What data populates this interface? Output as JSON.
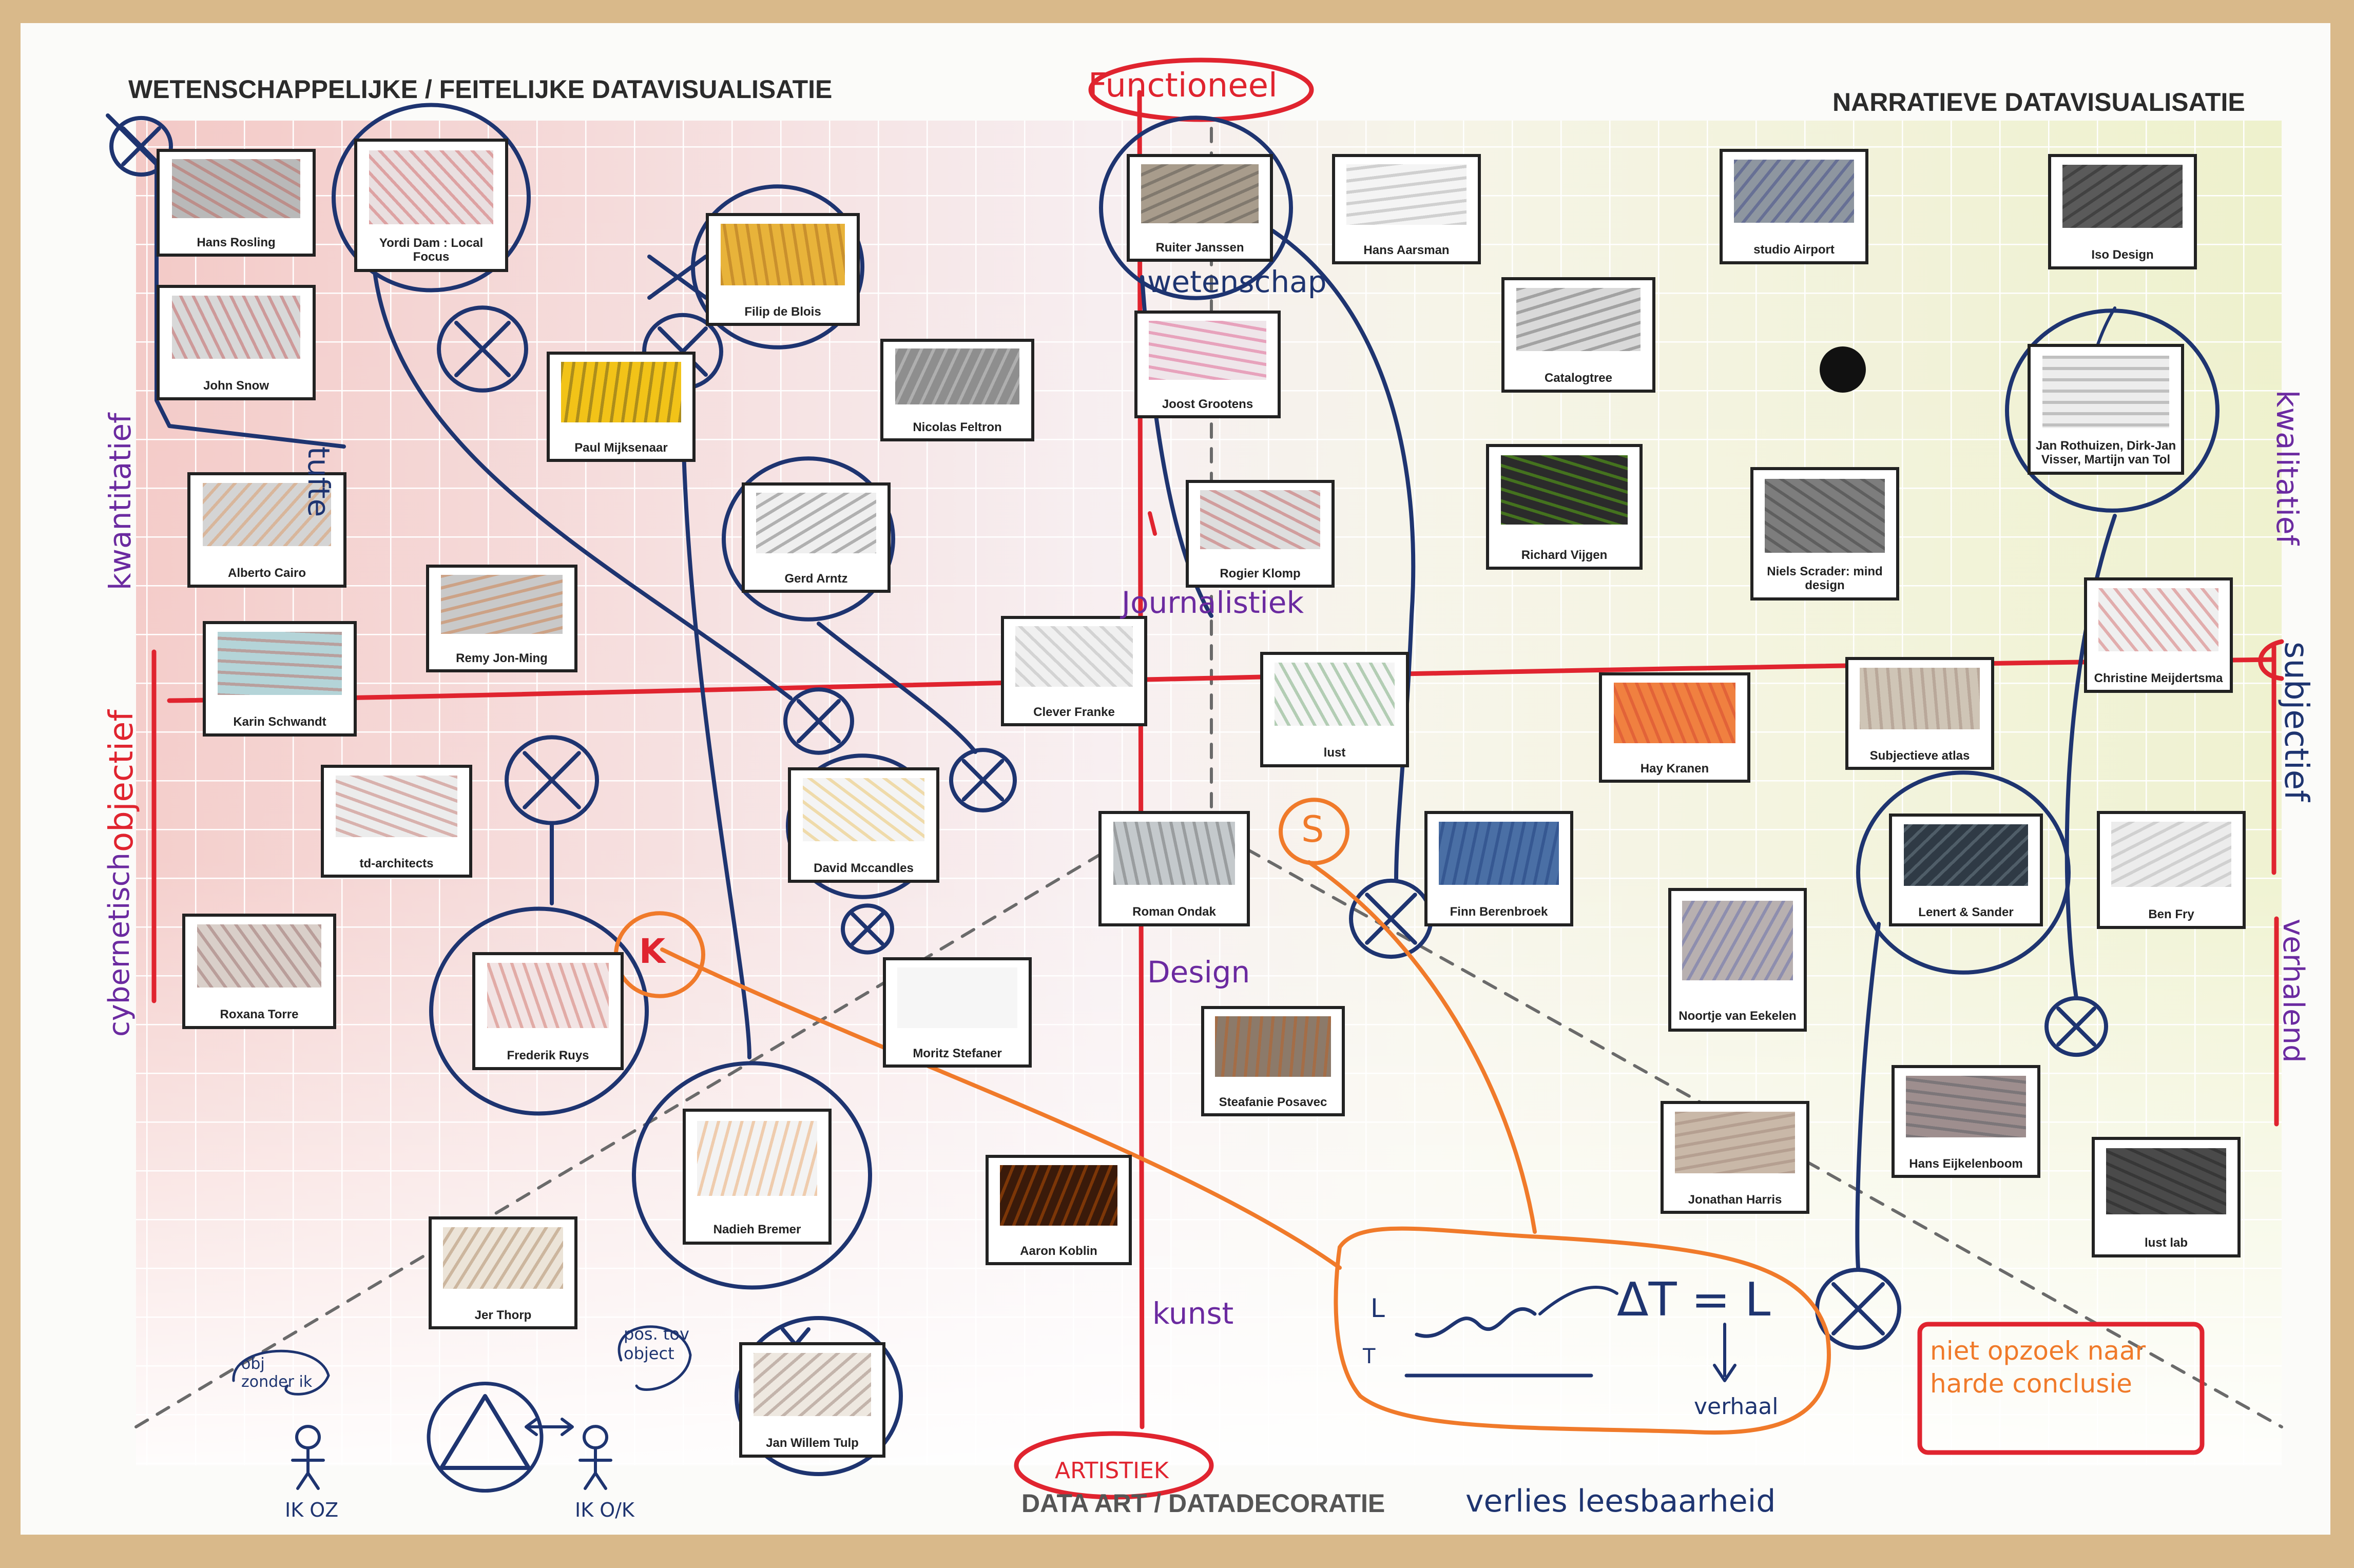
{
  "titles": {
    "left": "WETENSCHAPPELIJKE / FEITELIJKE DATAVISUALISATIE",
    "right": "NARRATIEVE DATAVISUALISATIE",
    "bottom": "DATA ART / DATADECORATIE"
  },
  "cards": [
    {
      "id": "hans-rosling",
      "label": "Hans Rosling",
      "thumb": "#b9b9b9",
      "accent": "#c0392b"
    },
    {
      "id": "yordi-dam",
      "label": "Yordi Dam : Local Focus",
      "thumb": "#e9dfe0",
      "accent": "#c62828"
    },
    {
      "id": "john-snow",
      "label": "John Snow",
      "thumb": "#d8d8d8",
      "accent": "#b71c1c"
    },
    {
      "id": "filip-de-blois",
      "label": "Filip de Blois",
      "thumb": "#e8b33a",
      "accent": "#8b4b12"
    },
    {
      "id": "paul-mijksenaar",
      "label": "Paul Mijksenaar",
      "thumb": "#f2c318",
      "accent": "#222222"
    },
    {
      "id": "nicolas-feltron",
      "label": "Nicolas Feltron",
      "thumb": "#8e8e8e",
      "accent": "#f0f0f0"
    },
    {
      "id": "alberto-cairo",
      "label": "Alberto Cairo",
      "thumb": "#d4d4d4",
      "accent": "#e07a2a"
    },
    {
      "id": "gerd-arntz",
      "label": "Gerd Arntz",
      "thumb": "#efefef",
      "accent": "#333333"
    },
    {
      "id": "remy-jon-ming",
      "label": "Remy Jon-Ming",
      "thumb": "#c9c9c9",
      "accent": "#d35400"
    },
    {
      "id": "karin-schwandt",
      "label": "Karin Schwandt",
      "thumb": "#b4d4d8",
      "accent": "#c0392b"
    },
    {
      "id": "td-architects",
      "label": "td-architects",
      "thumb": "#ececec",
      "accent": "#b03a2e"
    },
    {
      "id": "david-mccandless",
      "label": "David Mccandles",
      "thumb": "#f4f4f4",
      "accent": "#e6a817"
    },
    {
      "id": "roxana-torre",
      "label": "Roxana Torre",
      "thumb": "#d9cfc9",
      "accent": "#7a3b3b"
    },
    {
      "id": "frederik-ruys",
      "label": "Frederik Ruys",
      "thumb": "#f2e4e4",
      "accent": "#c0392b"
    },
    {
      "id": "moritz-stefaner",
      "label": "Moritz Stefaner",
      "thumb": "#f6f6f6",
      "accent": "#a9c"
    },
    {
      "id": "nadieh-bremer",
      "label": "Nadieh Bremer",
      "thumb": "#f3f3f3",
      "accent": "#e67e22"
    },
    {
      "id": "jer-thorp",
      "label": "Jer Thorp",
      "thumb": "#ece4d8",
      "accent": "#8b5a2b"
    },
    {
      "id": "jan-willem-tulp",
      "label": "Jan Willem Tulp",
      "thumb": "#eee8e0",
      "accent": "#6d4c41"
    },
    {
      "id": "ruiter-janssen",
      "label": "Ruiter Janssen",
      "thumb": "#a89c8c",
      "accent": "#333333"
    },
    {
      "id": "hans-aarsman",
      "label": "Hans Aarsman",
      "thumb": "#f4f4f4",
      "accent": "#888888"
    },
    {
      "id": "joost-grootens",
      "label": "Joost Grootens",
      "thumb": "#efe6ea",
      "accent": "#d81b60"
    },
    {
      "id": "rogier-klomp",
      "label": "Rogier Klomp",
      "thumb": "#dedede",
      "accent": "#b71c1c"
    },
    {
      "id": "clever-franke",
      "label": "Clever Franke",
      "thumb": "#f0f0f0",
      "accent": "#999999"
    },
    {
      "id": "lust",
      "label": "lust",
      "thumb": "#f5f5f5",
      "accent": "#2e7d32"
    },
    {
      "id": "roman-ondak",
      "label": "Roman Ondak",
      "thumb": "#c4c9cc",
      "accent": "#444444"
    },
    {
      "id": "steafanie-posavec",
      "label": "Steafanie Posavec",
      "thumb": "#8c7a6a",
      "accent": "#d35400"
    },
    {
      "id": "aaron-koblin",
      "label": "Aaron Koblin",
      "thumb": "#3a1a0a",
      "accent": "#ff6d00"
    },
    {
      "id": "studio-airport",
      "label": "studio Airport",
      "thumb": "#8e96a0",
      "accent": "#1a237e"
    },
    {
      "id": "iso-design",
      "label": "Iso Design",
      "thumb": "#5a5a5a",
      "accent": "#111111"
    },
    {
      "id": "catalogtree",
      "label": "Catalogtree",
      "thumb": "#d9d9d9",
      "accent": "#333333"
    },
    {
      "id": "jan-rothuizen",
      "label": "Jan Rothuizen, Dirk-Jan Visser, Martijn van Tol",
      "thumb": "#ededed",
      "accent": "#666666"
    },
    {
      "id": "richard-vijgen",
      "label": "Richard Vijgen",
      "thumb": "#2b2b2b",
      "accent": "#76ff03"
    },
    {
      "id": "niels-schrader",
      "label": "Niels Scrader: mind design",
      "thumb": "#7d7d7d",
      "accent": "#222222"
    },
    {
      "id": "christine-meijdertsma",
      "label": "Christine Meijdertsma",
      "thumb": "#efefef",
      "accent": "#c62828"
    },
    {
      "id": "hay-kranen",
      "label": "Hay Kranen",
      "thumb": "#f08040",
      "accent": "#c62828"
    },
    {
      "id": "subjectieve-atlas",
      "label": "Subjectieve atlas",
      "thumb": "#cfc5b6",
      "accent": "#8d6e63"
    },
    {
      "id": "finn-berenbroek",
      "label": "Finn Berenbroek",
      "thumb": "#4a6fa5",
      "accent": "#0d2a6b"
    },
    {
      "id": "noortje-van-eekelen",
      "label": "Noortje van Eekelen",
      "thumb": "#b8b0b0",
      "accent": "#3949ab"
    },
    {
      "id": "lenert-sander",
      "label": "Lenert & Sander",
      "thumb": "#2f3a45",
      "accent": "#90a4ae"
    },
    {
      "id": "ben-fry",
      "label": "Ben Fry",
      "thumb": "#ececec",
      "accent": "#999999"
    },
    {
      "id": "jonathan-harris",
      "label": "Jonathan Harris",
      "thumb": "#c9b8a8",
      "accent": "#8d6e63"
    },
    {
      "id": "hans-eijkelenboom",
      "label": "Hans Eijkelenboom",
      "thumb": "#9e8e8e",
      "accent": "#37474f"
    },
    {
      "id": "lust-lab",
      "label": "lust lab",
      "thumb": "#4a4a4a",
      "accent": "#111111"
    }
  ],
  "annotations": {
    "functioneel": "Functioneel",
    "artistiek": "ARTISTIEK",
    "wetenschap": "wetenschap",
    "journalistiek": "Journalistiek",
    "design": "Design",
    "kunst": "kunst",
    "tufte": "tufte",
    "kwantitatief": "kwantitatief",
    "objectief": "objectief",
    "cybernetisch": "cybernetisch",
    "kwalitatief": "kwalitatief",
    "subjectief": "subjectief",
    "verhalend": "verhalend",
    "verlies_leesbaarheid": "verlies leesbaarheid",
    "verhaal": "verhaal",
    "niet_opzoek": "niet opzoek naar harde conclusie",
    "obj_zonder_ik": "obj zonder ik",
    "pos_tov_object": "pos. tov object",
    "ik_oz": "IK OZ",
    "ik_ok": "IK O/K",
    "s_mark": "S",
    "k_mark": "K",
    "formula": "ΔT = L",
    "l_mark": "L",
    "t_mark": "T"
  },
  "colors": {
    "table": "#d9b98a",
    "paper": "#fbfbf9",
    "red_ink": "#e0242f",
    "blue_ink": "#1e3470",
    "orange_ink": "#f07a2a",
    "purple_ink": "#6b2aa0",
    "grid": "#d6d6d6",
    "dashed": "#6a6a6a"
  }
}
